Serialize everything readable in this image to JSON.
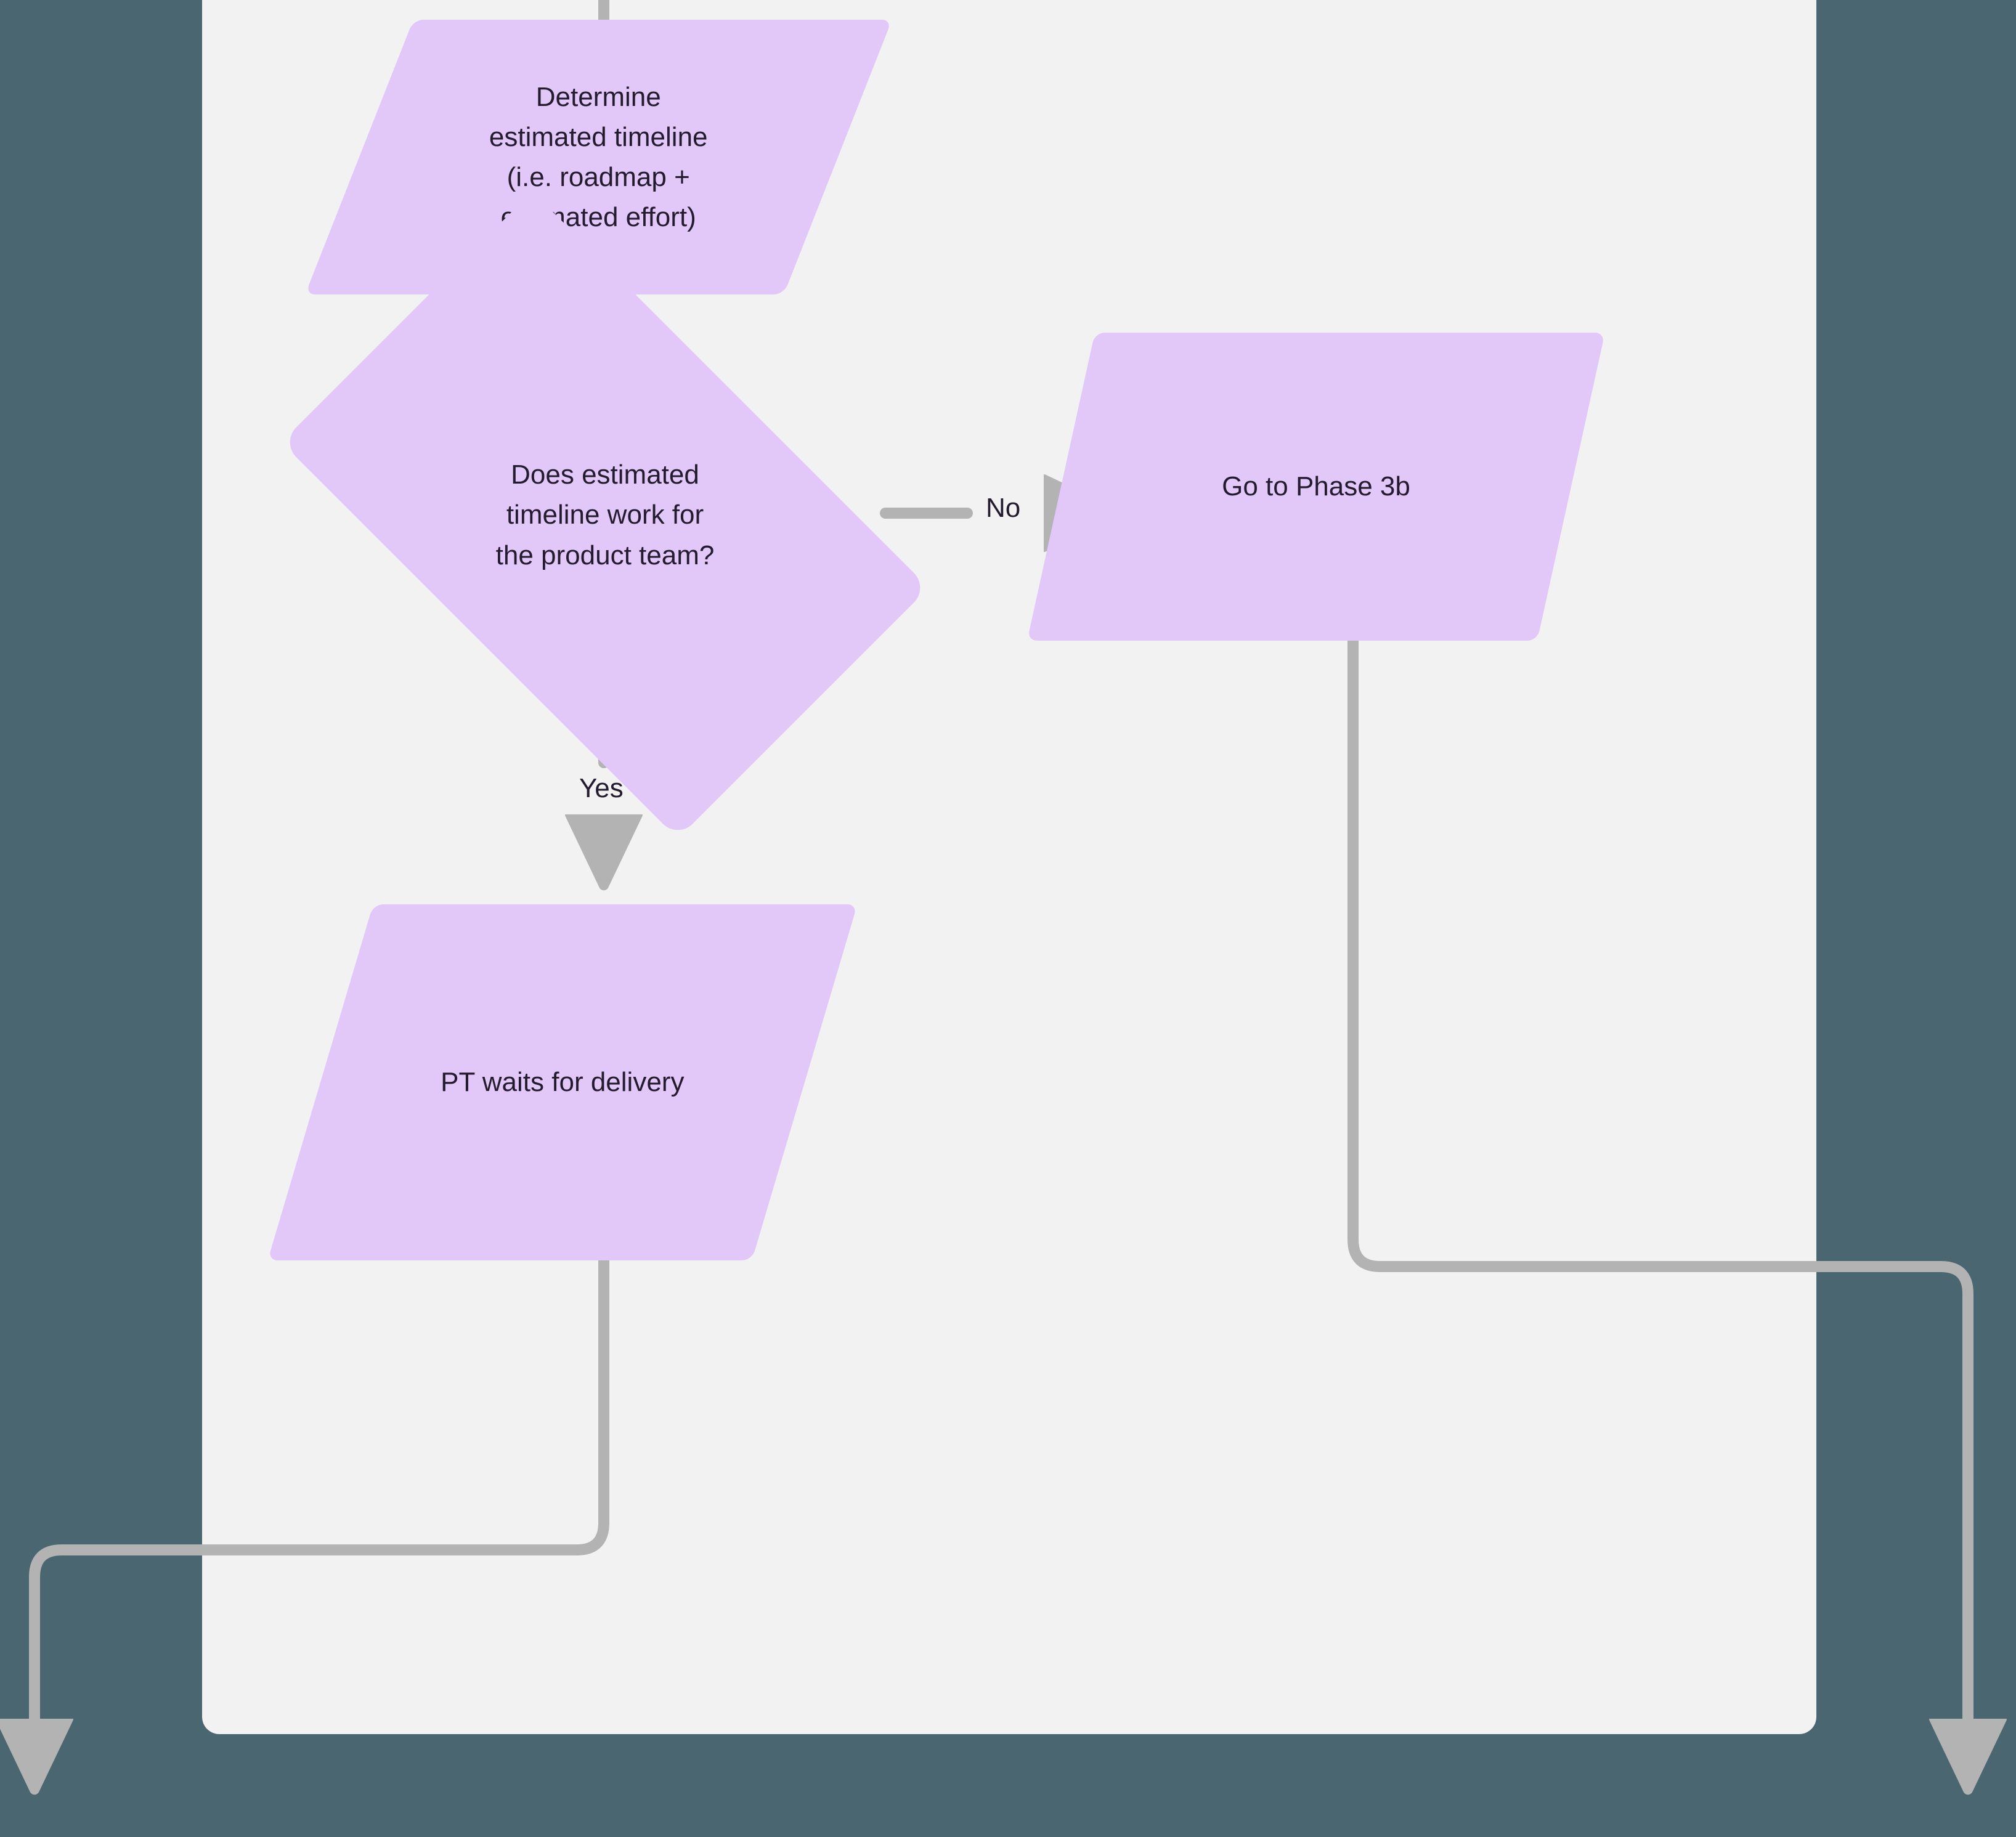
{
  "canvas": {
    "background_color": "#4a6670",
    "panel_color": "#f2f2f2",
    "node_fill": "#e2c8f9",
    "connector_color": "#b3b3b3",
    "text_color": "#241c2e"
  },
  "diagram": {
    "type": "flowchart",
    "nodes": [
      {
        "id": "determine-timeline",
        "shape": "parallelogram",
        "label": "Determine estimated timeline (i.e. roadmap + estimated effort)",
        "lines": [
          "Determine",
          "estimated timeline",
          "(i.e. roadmap +",
          "estimated effort)"
        ]
      },
      {
        "id": "timeline-decision",
        "shape": "diamond",
        "label": "Does estimated timeline work for the product team?",
        "lines": [
          "Does estimated",
          "timeline work for",
          "the product team?"
        ]
      },
      {
        "id": "go-to-phase-3b",
        "shape": "parallelogram",
        "label": "Go to Phase 3b",
        "lines": [
          "Go to Phase 3b"
        ]
      },
      {
        "id": "pt-waits-for-delivery",
        "shape": "parallelogram",
        "label": "PT waits for delivery",
        "lines": [
          "PT waits for delivery"
        ]
      }
    ],
    "edges": [
      {
        "id": "edge-in-top",
        "from": "above",
        "to": "determine-timeline",
        "label": ""
      },
      {
        "id": "edge-determine-dec",
        "from": "determine-timeline",
        "to": "timeline-decision",
        "label": ""
      },
      {
        "id": "edge-dec-no",
        "from": "timeline-decision",
        "to": "go-to-phase-3b",
        "label": "No"
      },
      {
        "id": "edge-dec-yes",
        "from": "timeline-decision",
        "to": "pt-waits-for-delivery",
        "label": "Yes"
      },
      {
        "id": "edge-phase3b-out",
        "from": "go-to-phase-3b",
        "to": "offpage-bottom-right",
        "label": ""
      },
      {
        "id": "edge-ptwaits-out",
        "from": "pt-waits-for-delivery",
        "to": "offpage-bottom-left",
        "label": ""
      }
    ]
  }
}
